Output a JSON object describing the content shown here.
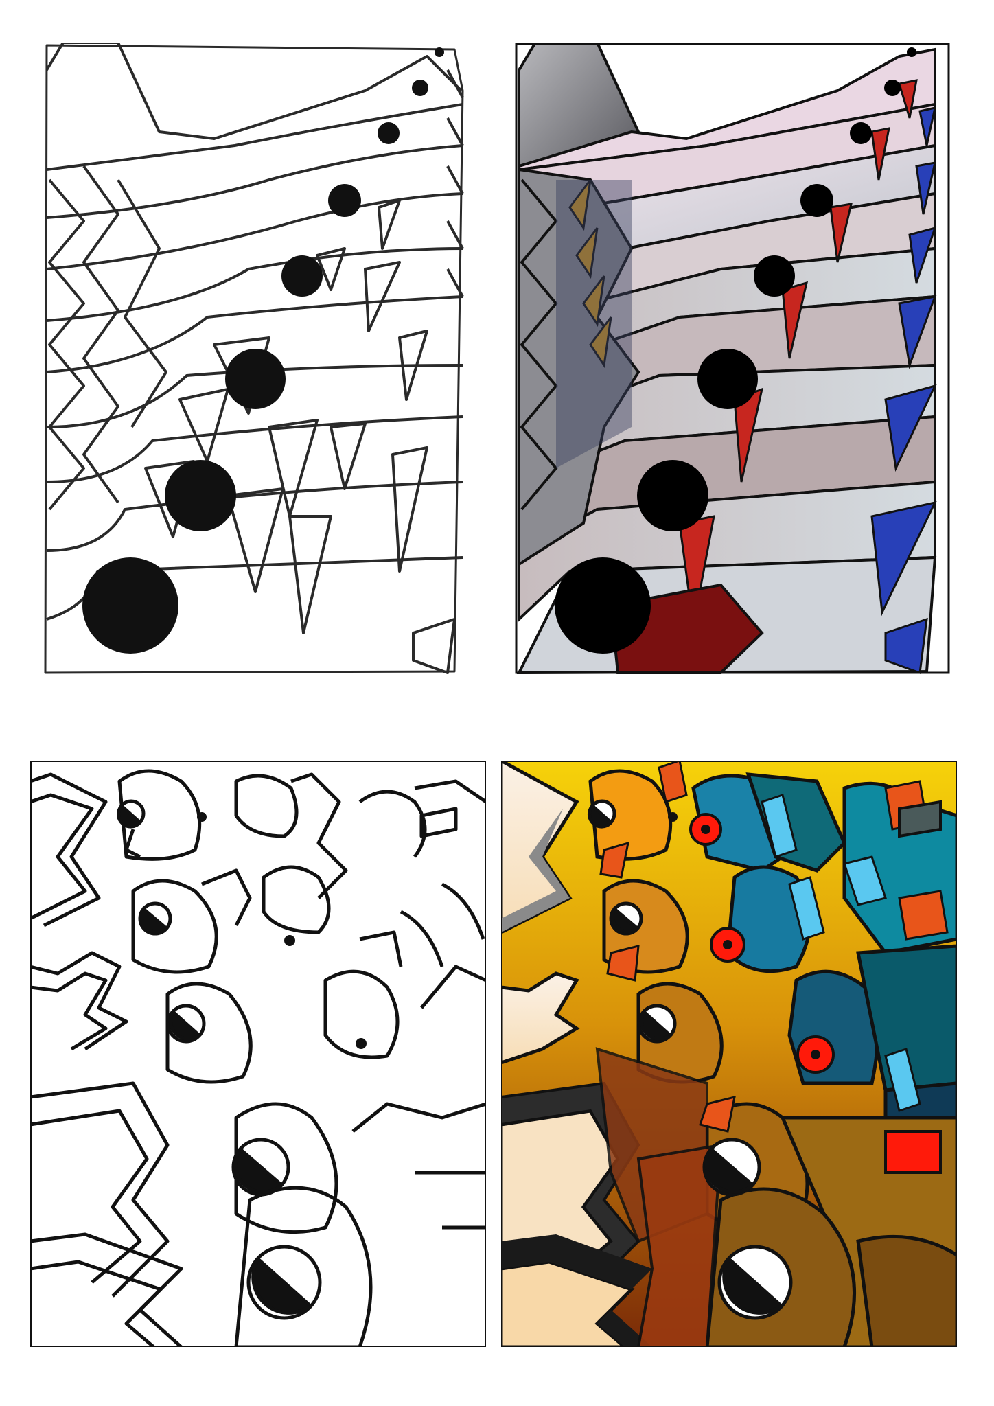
{
  "artworks": [
    {
      "panel": "top-left",
      "style": "line-art",
      "subject": "birds-in-row"
    },
    {
      "panel": "top-right",
      "style": "colored",
      "subject": "birds-in-row",
      "colors": {
        "head": "#dcd0d8",
        "shade": "#6e6e74",
        "beak": "#c7261f",
        "tail": "#2840b8",
        "wing": "#d59a1e",
        "dark-red": "#7a1010",
        "eye": "#000000"
      }
    },
    {
      "panel": "bottom-left",
      "style": "line-art",
      "subject": "crowd-of-heads"
    },
    {
      "panel": "bottom-right",
      "style": "colored",
      "subject": "crowd-of-heads",
      "colors": {
        "sky-top": "#f6d20a",
        "sky-bottom": "#7a2a08",
        "orange": "#f09a12",
        "red": "#ff1a0a",
        "teal": "#1a82a8",
        "light-blue": "#5ac8f0",
        "brown": "#a86a12",
        "cream": "#fae6c6",
        "dark": "#1a1a1a"
      }
    }
  ]
}
